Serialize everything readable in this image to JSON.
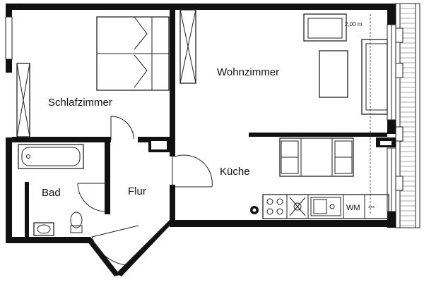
{
  "rooms": {
    "schlafzimmer": "Schlafzimmer",
    "wohnzimmer": "Wohnzimmer",
    "kueche": "Küche",
    "bad": "Bad",
    "flur": "Flur"
  },
  "appliances": {
    "washing_machine": "WM",
    "hob_marks": "***"
  },
  "dimension": {
    "width_label": "2,00 m"
  },
  "colors": {
    "wall": "#111111",
    "line": "#222222",
    "background": "#ffffff"
  }
}
